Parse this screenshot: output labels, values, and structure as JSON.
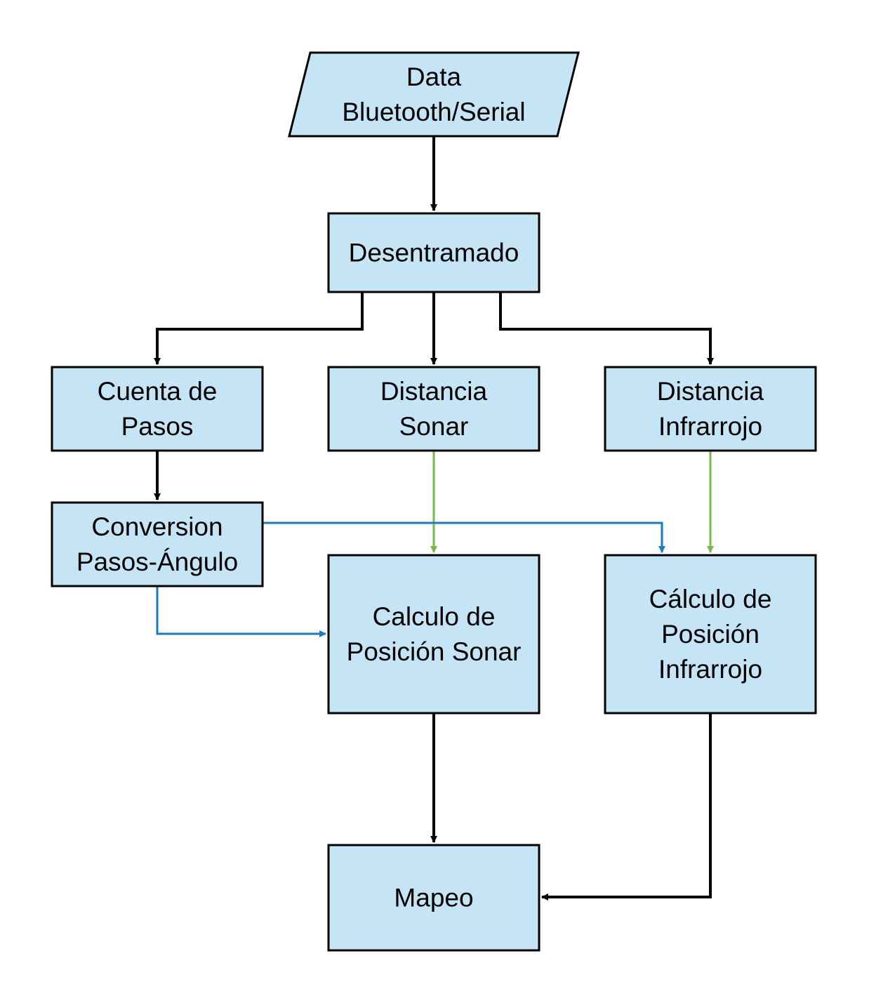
{
  "colors": {
    "node_fill": "#c5e4f6",
    "node_stroke": "#000000",
    "edge_black": "#000000",
    "edge_green": "#7ab648",
    "edge_blue": "#1a7bbf"
  },
  "nodes": {
    "data_input": {
      "shape": "parallelogram",
      "lines": [
        "Data",
        "Bluetooth/Serial"
      ]
    },
    "desentramado": {
      "shape": "rectangle",
      "lines": [
        "Desentramado"
      ]
    },
    "cuenta_pasos": {
      "shape": "rectangle",
      "lines": [
        "Cuenta de",
        "Pasos"
      ]
    },
    "distancia_sonar": {
      "shape": "rectangle",
      "lines": [
        "Distancia",
        "Sonar"
      ]
    },
    "distancia_infrarrojo": {
      "shape": "rectangle",
      "lines": [
        "Distancia",
        "Infrarrojo"
      ]
    },
    "conversion": {
      "shape": "rectangle",
      "lines": [
        "Conversion",
        "Pasos-Ángulo"
      ]
    },
    "calculo_sonar": {
      "shape": "rectangle",
      "lines": [
        "Calculo de",
        "Posición Sonar"
      ]
    },
    "calculo_infrarrojo": {
      "shape": "rectangle",
      "lines": [
        "Cálculo de",
        "Posición",
        "Infrarrojo"
      ]
    },
    "mapeo": {
      "shape": "rectangle",
      "lines": [
        "Mapeo"
      ]
    }
  },
  "edges": [
    {
      "from": "data_input",
      "to": "desentramado",
      "color": "black"
    },
    {
      "from": "desentramado",
      "to": "cuenta_pasos",
      "color": "black"
    },
    {
      "from": "desentramado",
      "to": "distancia_sonar",
      "color": "black"
    },
    {
      "from": "desentramado",
      "to": "distancia_infrarrojo",
      "color": "black"
    },
    {
      "from": "cuenta_pasos",
      "to": "conversion",
      "color": "black"
    },
    {
      "from": "distancia_sonar",
      "to": "calculo_sonar",
      "color": "green"
    },
    {
      "from": "distancia_infrarrojo",
      "to": "calculo_infrarrojo",
      "color": "green"
    },
    {
      "from": "conversion",
      "to": "calculo_infrarrojo",
      "color": "blue"
    },
    {
      "from": "conversion",
      "to": "calculo_sonar",
      "color": "blue"
    },
    {
      "from": "calculo_sonar",
      "to": "mapeo",
      "color": "black"
    },
    {
      "from": "calculo_infrarrojo",
      "to": "mapeo",
      "color": "black"
    }
  ]
}
